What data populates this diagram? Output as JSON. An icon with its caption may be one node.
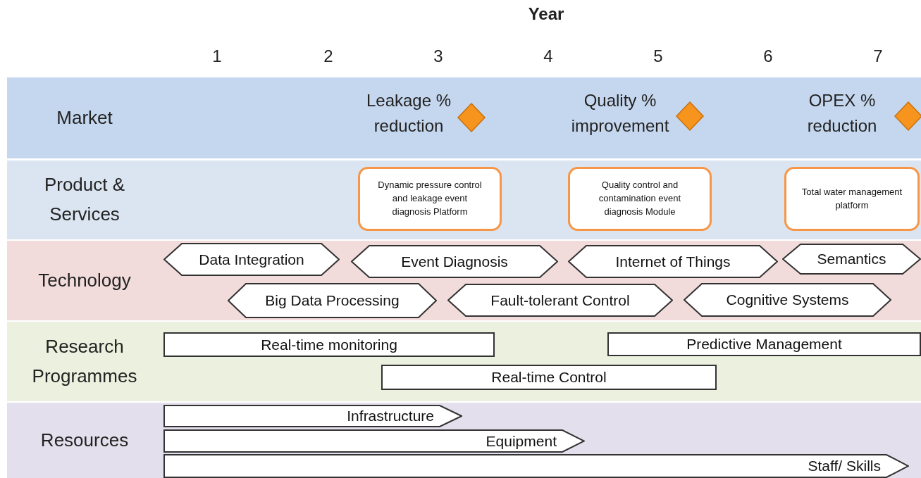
{
  "diagram": {
    "nodes": [
      {
        "text": [
          "Market"
        ]
      },
      {
        "text": [],
        "shape": "diamond",
        "in": 0,
        "beside": [
          "Leakage % reduction"
        ]
      },
      {
        "text": [],
        "shape": "diamond",
        "in": 0,
        "beside": [
          "Quality % improvement"
        ]
      },
      {
        "text": [],
        "shape": "diamond",
        "in": 0,
        "beside": [
          "OPEX % reduction"
        ]
      },
      {
        "text": [
          "Product & Services"
        ]
      },
      {
        "text": [
          "Dynamic pressure control and leakage event diagnosis Platform"
        ],
        "in": 4
      },
      {
        "text": [
          "Quality control and contamination event diagnosis Module"
        ],
        "in": 4
      },
      {
        "text": [
          "Total water management platform"
        ],
        "in": 4
      },
      {
        "text": [
          "Technology"
        ]
      },
      {
        "text": [
          "Data Integration"
        ],
        "in": 8
      },
      {
        "text": [
          "Event Diagnosis"
        ],
        "in": 8
      },
      {
        "text": [
          "Internet of Things"
        ],
        "in": 8
      },
      {
        "text": [
          "Semantics"
        ],
        "in": 8
      },
      {
        "text": [
          "Big Data Processing"
        ],
        "in": 8
      },
      {
        "text": [
          "Fault-tolerant Control"
        ],
        "in": 8
      },
      {
        "text": [
          "Cognitive Systems"
        ],
        "in": 8
      },
      {
        "text": [
          "Research Programmes"
        ]
      },
      {
        "text": [
          "Real-time monitoring"
        ],
        "in": 16
      },
      {
        "text": [
          "Predictive Management"
        ],
        "in": 16
      },
      {
        "text": [
          "Real-time Control"
        ],
        "in": 16
      },
      {
        "text": [
          "Resources"
        ]
      },
      {
        "text": [
          "Infrastructure"
        ],
        "in": 20
      },
      {
        "text": [
          "Equipment"
        ],
        "in": 20
      },
      {
        "text": [
          "Staff/ Skills"
        ],
        "in": 20
      }
    ],
    "edges": [],
    "labels": [
      "Year",
      "1",
      "2",
      "3",
      "4",
      "5",
      "6",
      "7"
    ]
  }
}
